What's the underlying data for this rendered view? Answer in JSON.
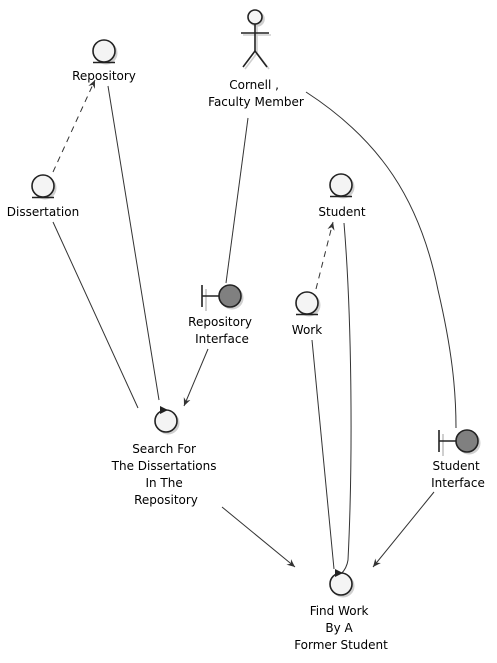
{
  "nodes": {
    "repository": {
      "lines": [
        "Repository"
      ]
    },
    "dissertation": {
      "lines": [
        "Dissertation"
      ]
    },
    "cornell": {
      "lines": [
        "Cornell ,",
        "Faculty Member"
      ]
    },
    "student_entity": {
      "lines": [
        "Student"
      ]
    },
    "work": {
      "lines": [
        "Work"
      ]
    },
    "repository_interface": {
      "lines": [
        "Repository",
        "Interface"
      ]
    },
    "search": {
      "lines": [
        "Search For",
        "The Dissertations",
        "In The",
        "Repository"
      ]
    },
    "student_interface": {
      "lines": [
        "Student",
        "Interface"
      ]
    },
    "find_work": {
      "lines": [
        "Find Work",
        "By A",
        "Former Student"
      ]
    }
  },
  "colors": {
    "entity_fill": "#f4f4f4",
    "boundary_fill": "#808080",
    "line": "#333333"
  },
  "icons": {
    "actor": "stick-figure-icon",
    "entity": "entity-icon",
    "boundary": "boundary-icon",
    "control": "control-icon"
  }
}
